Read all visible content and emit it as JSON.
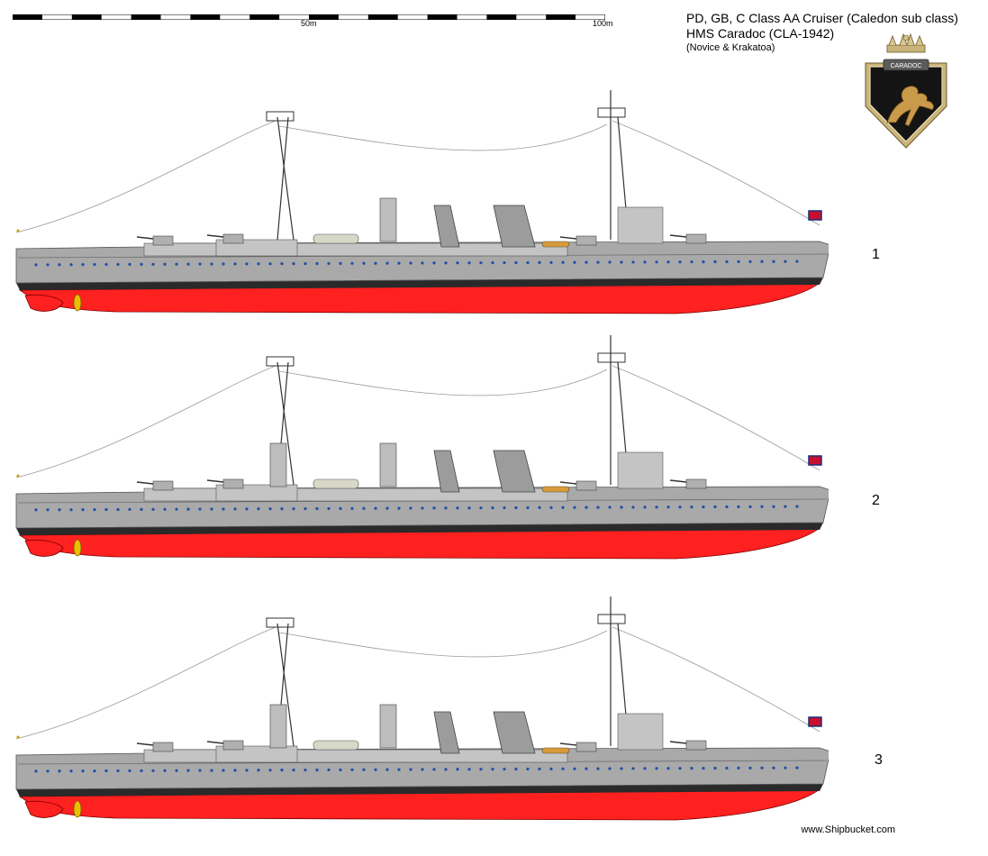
{
  "scale": {
    "mid_label": "50m",
    "end_label": "100m"
  },
  "title": {
    "line1": "PD, GB, C Class AA Cruiser (Caledon sub class)",
    "line2": "HMS Caradoc (CLA-1942)",
    "line3": "(Novice & Krakatoa)"
  },
  "badge": {
    "name": "CARADOC"
  },
  "variants": [
    {
      "label": "1"
    },
    {
      "label": "2"
    },
    {
      "label": "3"
    }
  ],
  "credit": "www.Shipbucket.com",
  "colors": {
    "hull_grey": "#a9a9a9",
    "superstructure_grey": "#c4c4c4",
    "antifouling_red": "#ff2020",
    "boot_top": "#2a2a2a",
    "porthole_blue": "#1f4fa8",
    "badge_frame": "#d8c58a",
    "badge_field": "#141414"
  }
}
